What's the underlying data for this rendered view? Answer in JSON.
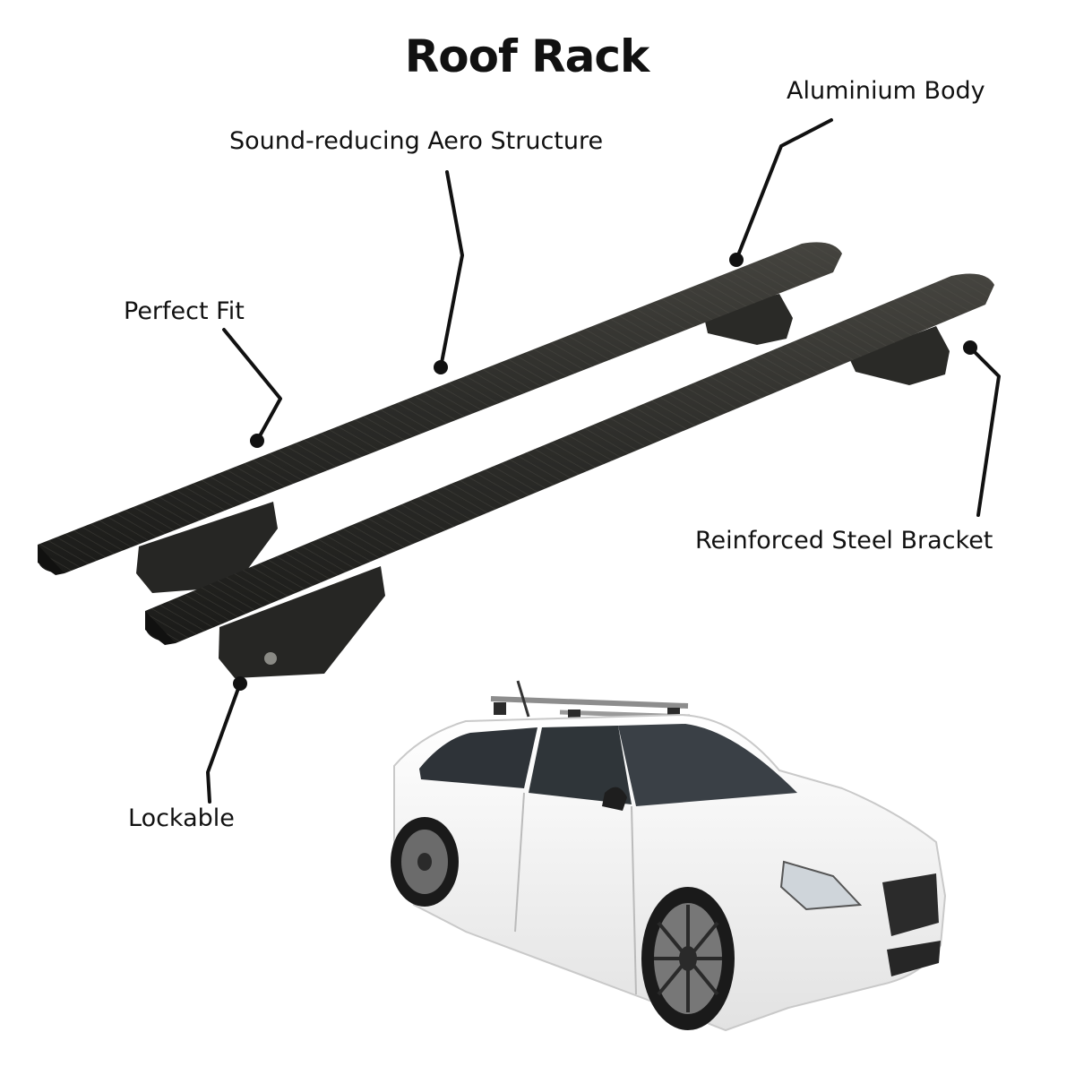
{
  "title": "Roof Rack",
  "callouts": {
    "aluminium_body": "Aluminium Body",
    "aero_structure": "Sound-reducing Aero Structure",
    "perfect_fit": "Perfect Fit",
    "reinforced_bracket": "Reinforced Steel Bracket",
    "lockable": "Lockable"
  },
  "colors": {
    "bar": "#2b2b28",
    "leader": "#111111",
    "car_body": "#f4f4f4"
  }
}
